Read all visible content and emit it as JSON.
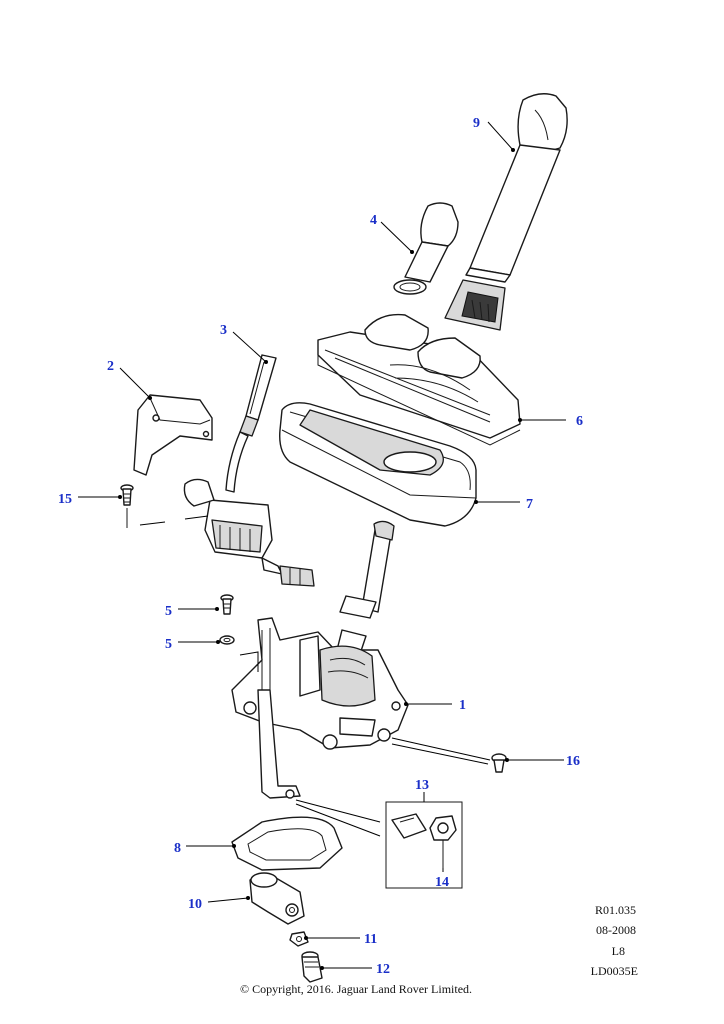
{
  "callouts": {
    "c1": "1",
    "c2": "2",
    "c3": "3",
    "c4": "4",
    "c5a": "5",
    "c5b": "5",
    "c6": "6",
    "c7": "7",
    "c8": "8",
    "c9": "9",
    "c10": "10",
    "c11": "11",
    "c12": "12",
    "c13": "13",
    "c14": "14",
    "c15": "15",
    "c16": "16"
  },
  "reference": {
    "code": "R01.035",
    "date": "08-2008",
    "model": "L8",
    "drawing": "LD0035E"
  },
  "copyright": "© Copyright, 2016. Jaguar Land Rover Limited.",
  "colors": {
    "callout": "#1a2fc8",
    "line": "#000000"
  }
}
